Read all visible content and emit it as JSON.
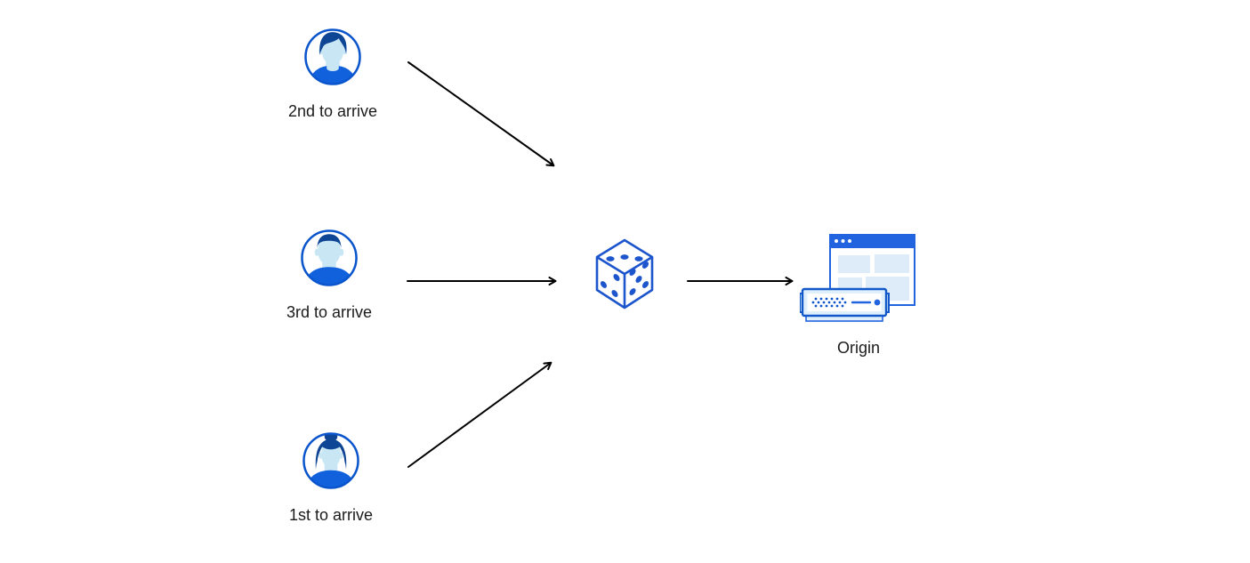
{
  "diagram": {
    "description": "Random load balancing illustration: three clients arriving in different order are routed (via a dice / random selection) to a single origin server",
    "background": "#ffffff",
    "palette": {
      "avatar_ring_blue": "#0b55cc",
      "hair_navy": "#0e4595",
      "skin_light_blue": "#c9e6f5",
      "shirt_blue": "#1161dd",
      "dice_blue": "#1d55cd",
      "window_blue": "#2264e0",
      "panel_light_blue": "#ddecf8",
      "server_border_blue": "#1258c9",
      "server_fill_light": "#dff0fc",
      "arrow_black": "#000000",
      "label_text": "#1b1b1b"
    },
    "nodes": {
      "user_top": {
        "label": "2nd to arrive",
        "icon": "male-avatar-icon"
      },
      "user_middle": {
        "label": "3rd to arrive",
        "icon": "male-avatar-icon"
      },
      "user_bottom": {
        "label": "1st to arrive",
        "icon": "female-avatar-icon"
      },
      "load_balancer": {
        "icon": "dice-icon"
      },
      "origin": {
        "label": "Origin",
        "icon": "origin-server-icon"
      }
    },
    "edges": [
      {
        "from": "user_top",
        "to": "load_balancer"
      },
      {
        "from": "user_middle",
        "to": "load_balancer"
      },
      {
        "from": "user_bottom",
        "to": "load_balancer"
      },
      {
        "from": "load_balancer",
        "to": "origin"
      }
    ]
  }
}
